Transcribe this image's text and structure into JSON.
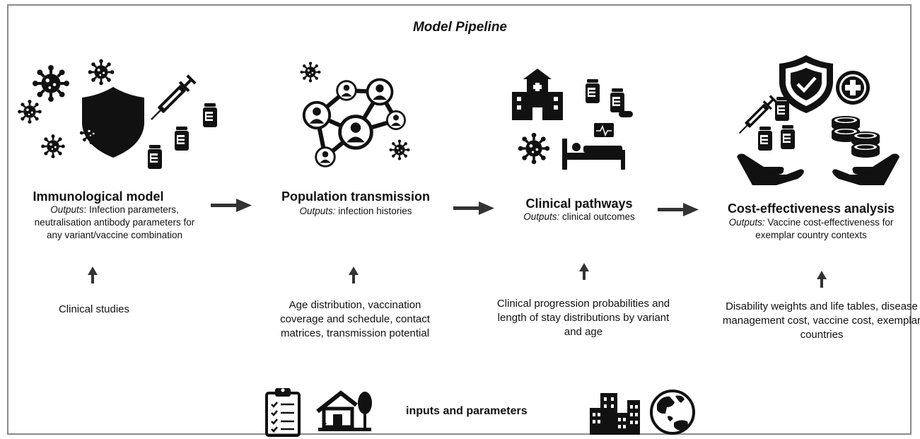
{
  "title": "Model Pipeline",
  "stages": [
    {
      "title": "Immunological model",
      "outputs_label": "Outputs",
      "outputs_text": ": Infection parameters, neutralisation antibody parameters for any variant/vaccine combination",
      "input": "Clinical studies",
      "icons": [
        "virus-icon",
        "shield-icon",
        "syringe-icon",
        "vaccine-vial-icon"
      ]
    },
    {
      "title": "Population transmission",
      "outputs_label": "Outputs:",
      "outputs_text": " infection histories",
      "input": "Age distribution, vaccination coverage and schedule, contact matrices, transmission potential",
      "icons": [
        "network-icon",
        "person-icon",
        "virus-icon"
      ]
    },
    {
      "title": "Clinical pathways",
      "outputs_label": "Outputs:",
      "outputs_text": " clinical outcomes",
      "input": "Clinical progression probabilities and length of stay distributions by variant and age",
      "icons": [
        "hospital-icon",
        "vaccine-vial-icon",
        "pill-icon",
        "hospital-bed-icon",
        "heart-monitor-icon",
        "virus-icon"
      ]
    },
    {
      "title": "Cost-effectiveness analysis",
      "outputs_label": "Outputs:",
      "outputs_text": " Vaccine cost-effectiveness for exemplar country contexts",
      "input": "Disability weights and life tables, disease management cost, vaccine cost, exemplar countries",
      "icons": [
        "shield-check-icon",
        "medical-plus-icon",
        "syringe-icon",
        "vaccine-vial-icon",
        "coins-icon",
        "hand-icon"
      ]
    }
  ],
  "legend": {
    "label": "inputs and parameters",
    "icons": [
      "clipboard-checklist-icon",
      "house-tree-icon",
      "city-buildings-icon",
      "globe-icon"
    ]
  }
}
